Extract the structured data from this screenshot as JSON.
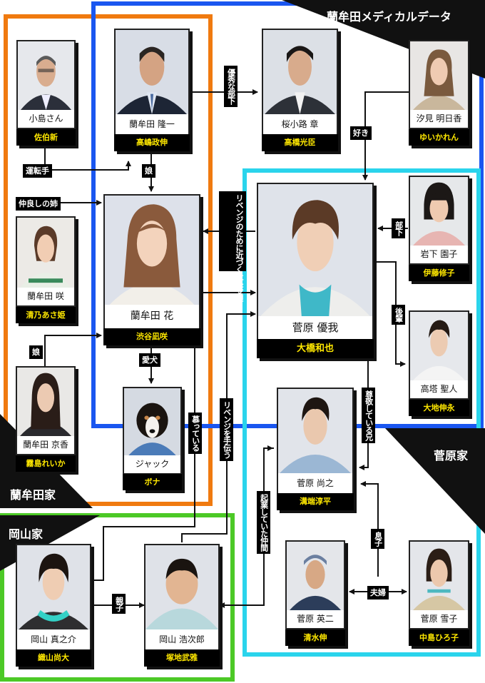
{
  "families": {
    "nemuta_medical": "蘭牟田メディカルデータ",
    "sugahara": "菅原家",
    "nemuta": "蘭牟田家",
    "okayama": "岡山家"
  },
  "people": {
    "kojima": {
      "role": "小島さん",
      "actor": "佐伯新"
    },
    "ryuichi": {
      "role": "蘭牟田 隆一",
      "actor": "高嶋政伸"
    },
    "sakura": {
      "role": "桜小路 章",
      "actor": "高橋光臣"
    },
    "asuka": {
      "role": "汐見 明日香",
      "actor": "ゆいかれん"
    },
    "saki": {
      "role": "蘭牟田 咲",
      "actor": "清乃あさ姫"
    },
    "hana": {
      "role": "蘭牟田 花",
      "actor": "渋谷凪咲"
    },
    "yuga": {
      "role": "菅原 優我",
      "actor": "大橋和也"
    },
    "sonoko": {
      "role": "岩下 園子",
      "actor": "伊藤修子"
    },
    "kyoka": {
      "role": "蘭牟田 京香",
      "actor": "霧島れいか"
    },
    "jack": {
      "role": "ジャック",
      "actor": "ボナ"
    },
    "takato": {
      "role": "高塔 聖人",
      "actor": "大地伸永"
    },
    "naoyuki": {
      "role": "菅原 尚之",
      "actor": "溝端淳平"
    },
    "shinnosuke": {
      "role": "岡山 真之介",
      "actor": "織山尚大"
    },
    "kojiro": {
      "role": "岡山 浩次郎",
      "actor": "塚地武雅"
    },
    "eiji": {
      "role": "菅原 英二",
      "actor": "清水伸"
    },
    "yukiko": {
      "role": "菅原 雪子",
      "actor": "中島ひろ子"
    }
  },
  "relations": {
    "yushu_buka": "優秀な部下",
    "suki": "好き",
    "untenshu": "運転手",
    "musume1": "娘",
    "nakayoshi_ane": "仲良しの姉",
    "revenge_reijo": "リベンジのために近づく社長令嬢",
    "buka": "部下",
    "kohai": "後輩",
    "musume2": "娘",
    "aiken": "愛犬",
    "shitatteiru": "慕っている",
    "revenge_tetsudau": "リベンジを手伝う",
    "sonkei_ani": "尊敬している兄",
    "kigyou_nakama": "起業していた仲間",
    "musuko": "息子",
    "fufu": "夫婦",
    "oyako": "親子"
  },
  "colors": {
    "nemuta_family": "#f07a0f",
    "nemuta_medical": "#1a56f0",
    "sugahara_family": "#2ad4ec",
    "okayama_family": "#4cc926",
    "actor_text": "#ffe800"
  }
}
